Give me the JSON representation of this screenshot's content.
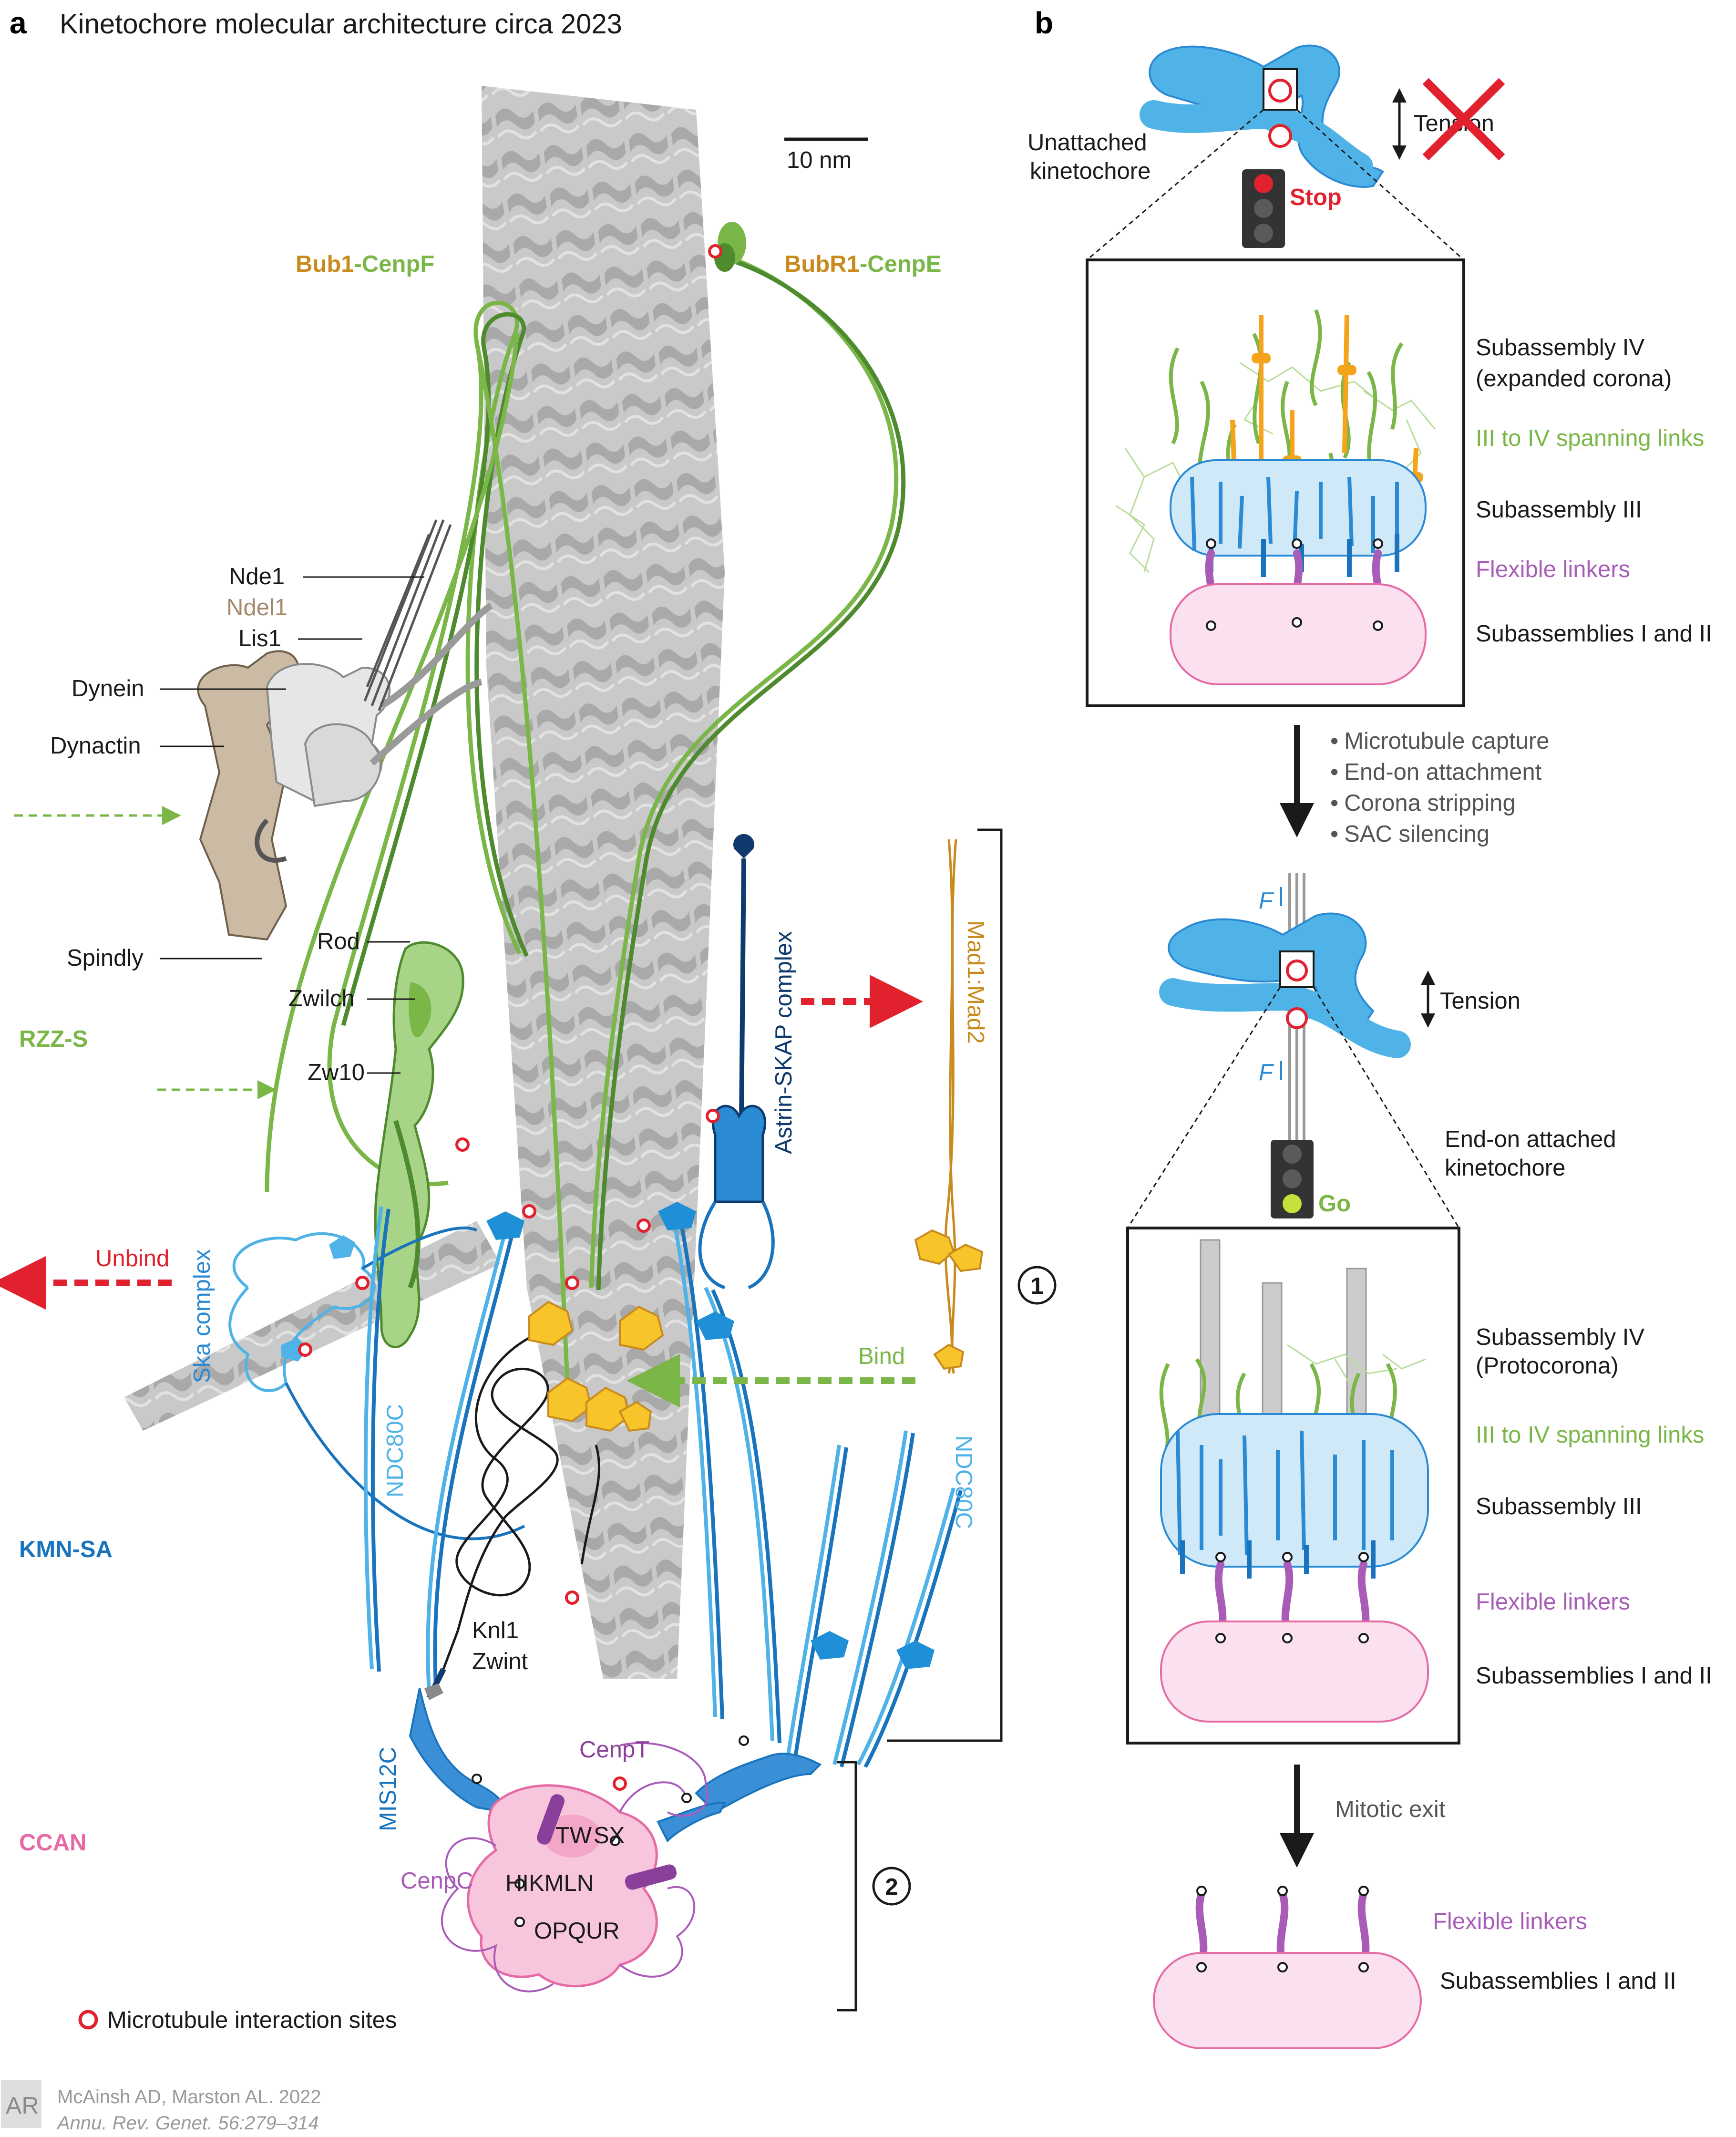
{
  "title": {
    "panel": "a",
    "text": "Kinetochore molecular architecture circa 2023"
  },
  "scale_bar": "10 nm",
  "panel_a": {
    "bub1": "Bub1",
    "cenpf": "CenpF",
    "bubr1": "BubR1",
    "cenpe": "CenpE",
    "dash": "-",
    "nde1": "Nde1",
    "ndel1": "Ndel1",
    "lis1": "Lis1",
    "dynein": "Dynein",
    "dynactin": "Dynactin",
    "spindly": "Spindly",
    "rod": "Rod",
    "zwilch": "Zwilch",
    "zw10": "Zw10",
    "rzz_s": "RZZ-S",
    "unbind": "Unbind",
    "ska": "Ska complex",
    "ndc80c_left": "NDC80C",
    "ndc80c_right": "NDC80C",
    "astrin": "Astrin-SKAP complex",
    "mad": "Mad1:Mad2",
    "bind": "Bind",
    "kmn_sa": "KMN-SA",
    "knl1": "Knl1",
    "zwint": "Zwint",
    "mis12c": "MIS12C",
    "cenpt": "CenpT",
    "ccan": "CCAN",
    "cenpc": "CenpC",
    "tw": "TW",
    "sx": "SX",
    "hikmln": "HIKMLN",
    "opqur": "OPQUR",
    "bracket1": "1",
    "bracket2": "2",
    "legend": "Microtubule interaction sites"
  },
  "panel_b": {
    "panel": "b",
    "tension": "Tension",
    "unattached": [
      "Unattached",
      "kinetochore"
    ],
    "stop": "Stop",
    "sub4_expanded": [
      "Subassembly IV",
      "(expanded corona)"
    ],
    "spanning1": "III to IV spanning links",
    "sub3_1": "Subassembly III",
    "flex1": "Flexible linkers",
    "sub12_1": "Subassemblies I and II",
    "steps": [
      "Microtubule capture",
      "End-on attachment",
      "Corona stripping",
      "SAC silencing"
    ],
    "bullet": "•",
    "force": "F",
    "tension2": "Tension",
    "endon": [
      "End-on attached",
      "kinetochore"
    ],
    "go": "Go",
    "sub4_proto": [
      "Subassembly IV",
      "(Protocorona)"
    ],
    "spanning2": "III to IV spanning links",
    "sub3_2": "Subassembly III",
    "flex2": "Flexible linkers",
    "sub12_2": "Subassemblies I and II",
    "mitotic_exit": "Mitotic exit",
    "flex3": "Flexible linkers",
    "sub12_3": "Subassemblies I and II"
  },
  "footer": {
    "logo": "AR",
    "citation": "McAinsh AD, Marston AL. 2022",
    "journal": "Annu. Rev. Genet. 56:279–314"
  },
  "colors": {
    "green": "#7ab648",
    "dark_green": "#4e8a2e",
    "orange": "#c98a1e",
    "red": "#e2212f",
    "blue": "#2a8ad4",
    "light_blue": "#4fb3e8",
    "navy": "#0e3a6e",
    "purple": "#8a3f9a",
    "pink": "#f3a6c8",
    "gray": "#b3b3b3",
    "yellow": "#f7c52a",
    "kmn_blue": "#1a74bd",
    "ccan_pink": "#e66aa6"
  },
  "icons": [
    "traffic-light-stop-icon",
    "traffic-light-go-icon",
    "tension-arrow-icon",
    "cross-icon",
    "microtubule-icon"
  ]
}
